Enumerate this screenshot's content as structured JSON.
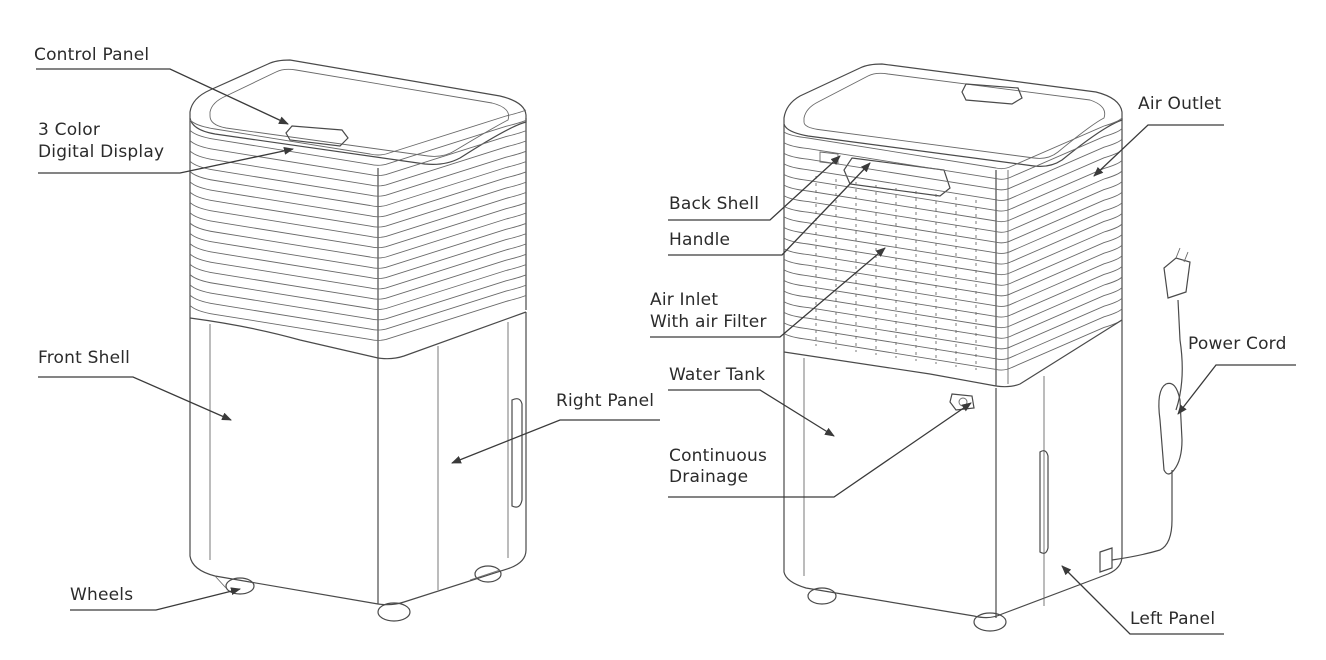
{
  "labels": {
    "control_panel": "Control Panel",
    "color_display_line1": "3 Color",
    "color_display_line2": "Digital Display",
    "front_shell": "Front Shell",
    "wheels": "Wheels",
    "right_panel": "Right Panel",
    "back_shell": "Back Shell",
    "handle": "Handle",
    "air_inlet_line1": "Air Inlet",
    "air_inlet_line2": "With air Filter",
    "water_tank": "Water Tank",
    "continuous_drainage_line1": "Continuous",
    "continuous_drainage_line2": "Drainage",
    "air_outlet": "Air Outlet",
    "power_cord": "Power Cord",
    "left_panel": "Left Panel"
  }
}
